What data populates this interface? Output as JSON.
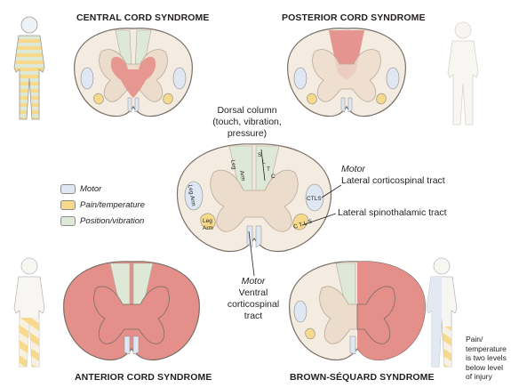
{
  "titles": {
    "central": "CENTRAL CORD SYNDROME",
    "posterior": "POSTERIOR CORD SYNDROME",
    "anterior": "ANTERIOR CORD SYNDROME",
    "brown": "BROWN-SÉQUARD SYNDROME"
  },
  "legend": {
    "motor": "Motor",
    "pain": "Pain/temperature",
    "position": "Position/vibration"
  },
  "labels": {
    "dorsal_column": "Dorsal column",
    "dorsal_column_sub1": "(touch, vibration,",
    "dorsal_column_sub2": "pressure)",
    "motor_right": "Motor",
    "lateral_cst": "Lateral corticospinal tract",
    "lateral_stt": "Lateral spinothalamic tract",
    "motor_ventral": "Motor",
    "ventral": "Ventral",
    "ventral2": "corticospinal",
    "ventral3": "tract"
  },
  "tract_labels": {
    "leg": "Leg",
    "arm": "Arm",
    "s": "S",
    "l": "L",
    "t": "T",
    "c": "C",
    "leg_arm": "Leg Arm",
    "ctls": "CTLS",
    "c_t_l_s": "C T L S"
  },
  "note": [
    "Pain/",
    "temperature",
    "is two levels",
    "below level",
    "of injury"
  ],
  "colors": {
    "motor": "#dfe8f2",
    "pain": "#f6d98a",
    "position": "#dde9d6",
    "gray_matter": "#ecdccc",
    "white_matter": "#f4ebe1",
    "lesion": "#e48f8a",
    "outline": "#7a6f67"
  }
}
